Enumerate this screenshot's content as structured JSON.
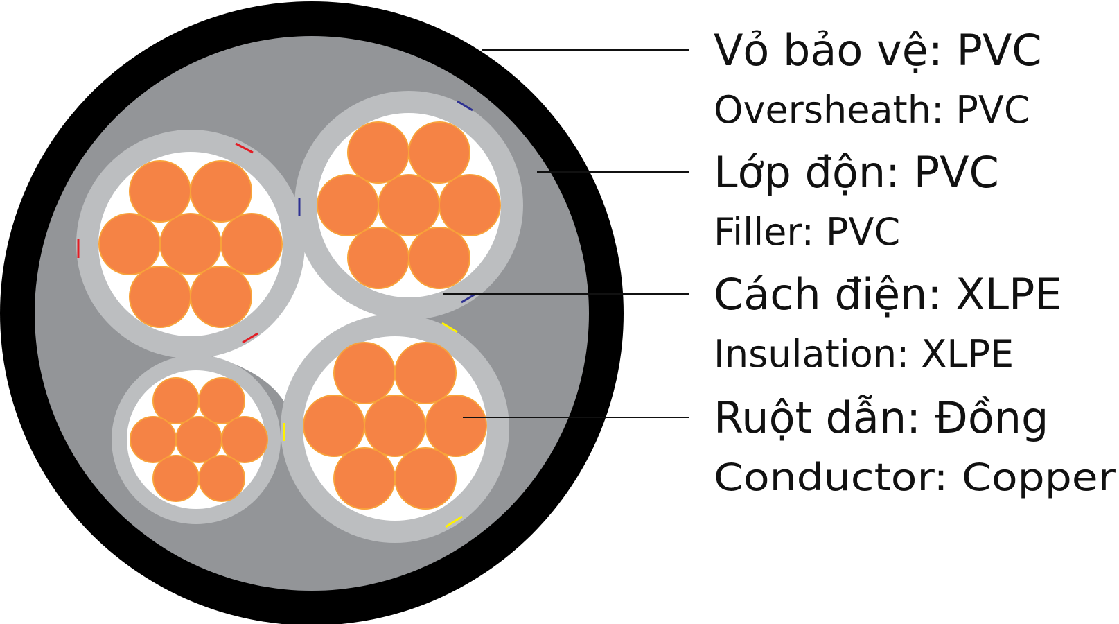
{
  "colors": {
    "sheath": "#000000",
    "filler": "#939598",
    "insulation": "#bcbec0",
    "conductor": "#f58345",
    "conductor_edge": "#f8a23a",
    "background": "#ffffff",
    "marker_red": "#e21d25",
    "marker_blue": "#2e3192",
    "marker_yellow": "#fff200"
  },
  "labels": {
    "oversheath": {
      "vi": "Vỏ bảo vệ: PVC",
      "en": "Oversheath: PVC"
    },
    "filler": {
      "vi": "Lớp độn: PVC",
      "en": "Filler: PVC"
    },
    "insulation": {
      "vi": "Cách điện: XLPE",
      "en": "Insulation: XLPE"
    },
    "conductor": {
      "vi": "Ruột dẫn: Đồng",
      "en": "Conductor: Copper"
    }
  }
}
